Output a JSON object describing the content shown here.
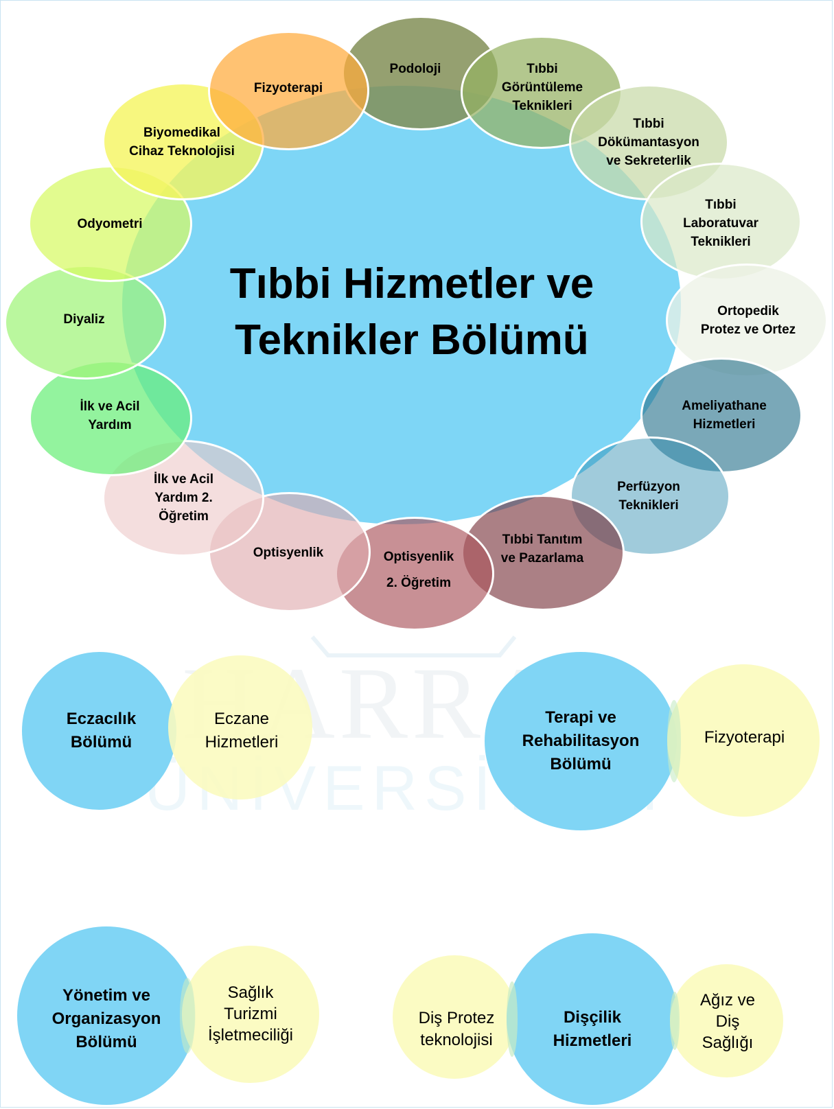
{
  "central": {
    "title": "Tıbbi Hizmetler ve\nTeknikler Bölümü",
    "color": "#7ed6f6"
  },
  "ring": [
    {
      "label": "Podoloji",
      "color": "#8f9a64"
    },
    {
      "label": "Tıbbi\nGörüntüleme\nTeknikleri",
      "color": "#a8be76"
    },
    {
      "label": "Tıbbi\nDökümantasyon\nve Sekreterlik",
      "color": "#d2e1b2"
    },
    {
      "label": "Tıbbi\nLaboratuvar\nTeknikleri",
      "color": "#e2ecd2"
    },
    {
      "label": "Ortopedik\nProtez ve Ortez",
      "color": "#eef3e6"
    },
    {
      "label": "Ameliyathane\nHizmetleri",
      "color": "#3f8aa1"
    },
    {
      "label": "Perfüzyon\nTeknikleri",
      "color": "#4aa0bf"
    },
    {
      "label": "Tıbbi Tanıtım\nve Pazarlama",
      "color": "#8a4a52"
    },
    {
      "label": "Optisyenlik\n2. Öğretim",
      "color": "#b76e74"
    },
    {
      "label": "Optisyenlik",
      "color": "#e4b3b4"
    },
    {
      "label": "İlk ve Acil\nYardım 2.\nÖğretim",
      "color": "#edd0d0"
    },
    {
      "label": "İlk ve Acil\nYardım",
      "color": "#7ff08b"
    },
    {
      "label": "Diyaliz",
      "color": "#adf585"
    },
    {
      "label": "Odyometri",
      "color": "#dcfa6e"
    },
    {
      "label": "Biyomedikal\nCihaz Teknolojisi",
      "color": "#f6f57a"
    },
    {
      "label": "Fizyoterapi",
      "color": "#ffb655"
    }
  ],
  "eczacilik": {
    "dept": "Eczacılık\nBölümü",
    "program": "Eczane\nHizmetleri"
  },
  "terapi": {
    "dept": "Terapi ve\nRehabilitasyon\nBölümü",
    "program": "Fizyoterapi"
  },
  "yonetim": {
    "dept": "Yönetim ve\nOrganizasyon\nBölümü",
    "program": "Sağlık\nTurizmi\nİşletmeciliği"
  },
  "discilik": {
    "dept": "Dişçilik\nHizmetleri",
    "program_left": "Diş Protez\nteknolojisi",
    "program_right": "Ağız ve\nDiş\nSağlığı"
  },
  "watermark": {
    "text_main": "HARRAN",
    "text_sub": "ÜNİVERSİTESİ"
  },
  "colors": {
    "dept_blue": "#80d5f5",
    "program_yellow": "#fbfbc6",
    "overlap_green": "#c7ebc5",
    "frame": "#c9e3f1"
  }
}
